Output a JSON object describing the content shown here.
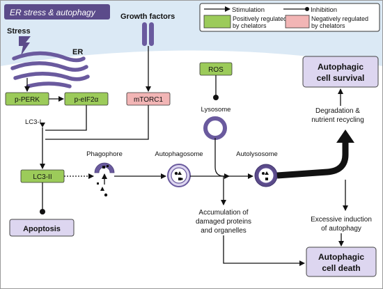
{
  "title": "ER stress & autophagy",
  "legend": {
    "stimulation": "Stimulation",
    "inhibition": "Inhibition",
    "positive_line1": "Positively regulated",
    "positive_line2": "by chelators",
    "negative_line1": "Negatively regulated",
    "negative_line2": "by chelators"
  },
  "labels": {
    "stress": "Stress",
    "er": "ER",
    "growth_factors": "Growth factors",
    "p_perk": "p-PERK",
    "p_eif2a": "p-eIF2α",
    "mtorc1": "mTORC1",
    "lc3_i": "LC3-I",
    "lc3_ii": "LC3-II",
    "apoptosis": "Apoptosis",
    "phagophore": "Phagophore",
    "autophagosome": "Autophagosome",
    "ros": "ROS",
    "lysosome": "Lysosome",
    "autolysosome": "Autolysosome",
    "survival_line1": "Autophagic",
    "survival_line2": "cell survival",
    "degradation_line1": "Degradation &",
    "degradation_line2": "nutrient recycling",
    "accumulation_line1": "Accumulation of",
    "accumulation_line2": "damaged proteins",
    "accumulation_line3": "and organelles",
    "excessive_line1": "Excessive induction",
    "excessive_line2": "of autophagy",
    "death_line1": "Autophagic",
    "death_line2": "cell death"
  },
  "colors": {
    "title_bg": "#5b4b8a",
    "positive": "#9ccb5a",
    "negative": "#f2b5b5",
    "outcome": "#ddd6f0",
    "membrane": "#6a5a9e",
    "background_band": "#dbe9f5"
  }
}
